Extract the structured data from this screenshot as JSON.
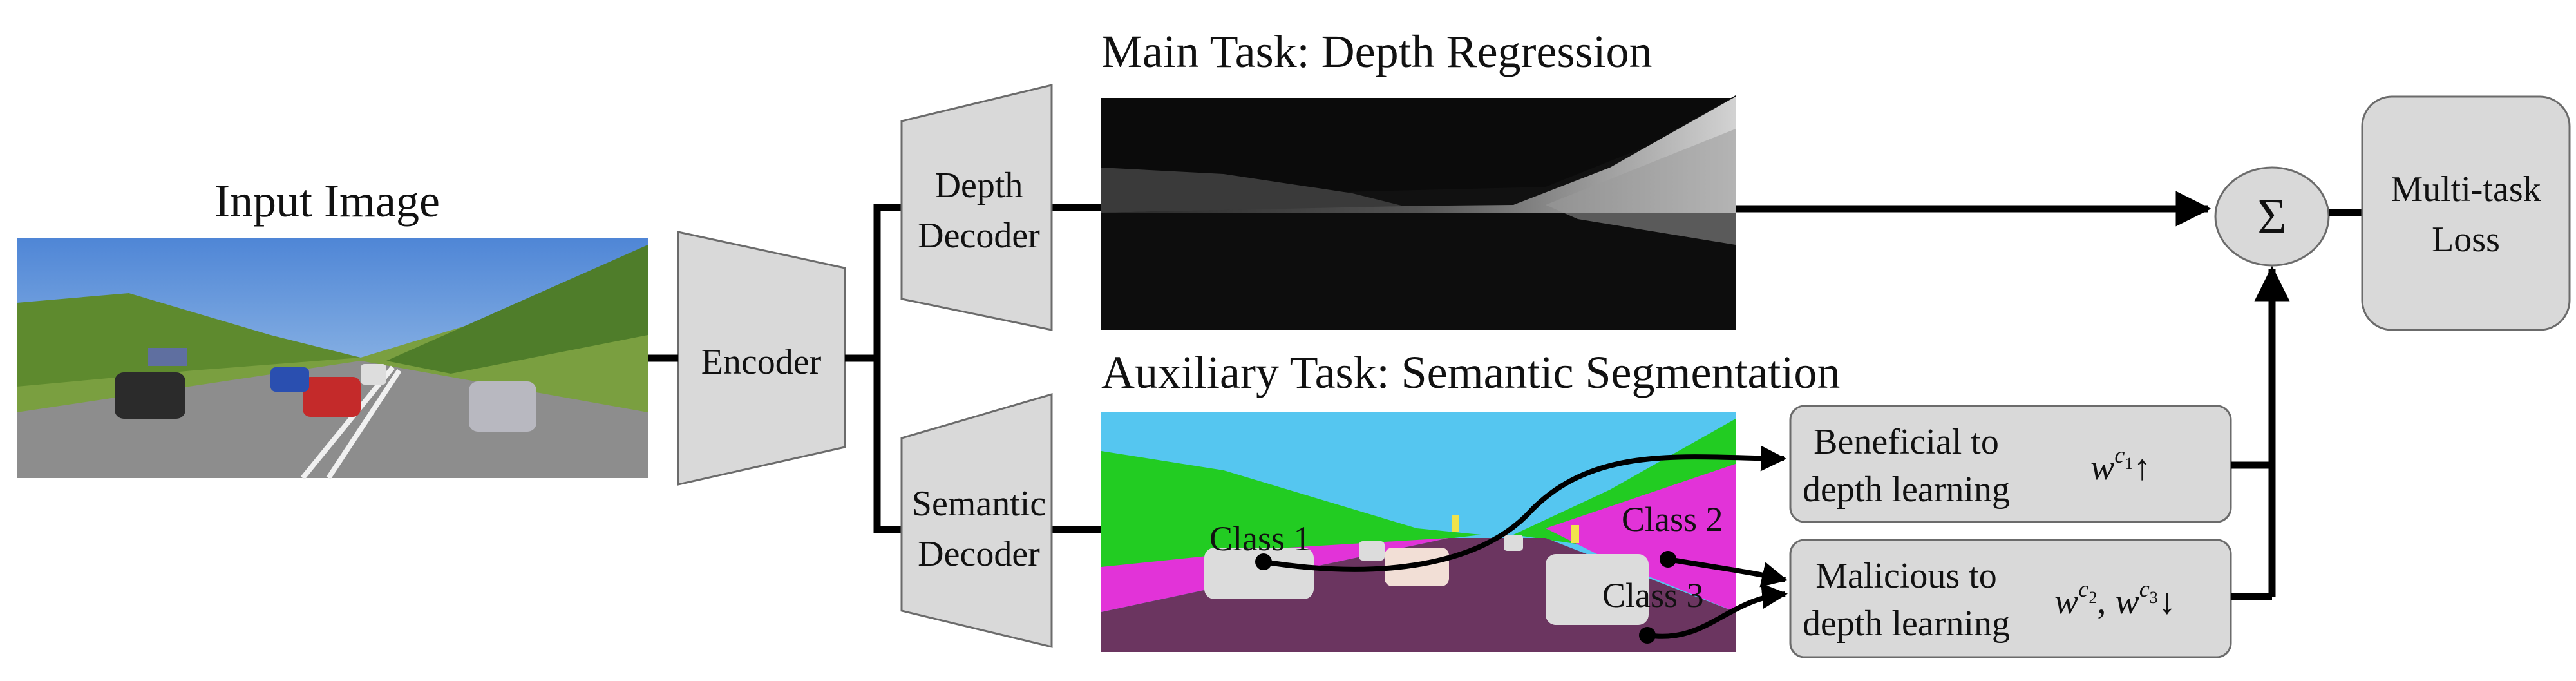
{
  "titles": {
    "input_image": "Input Image",
    "main_task": "Main Task: Depth Regression",
    "aux_task": "Auxiliary Task: Semantic Segmentation"
  },
  "blocks": {
    "encoder": "Encoder",
    "depth_decoder": [
      "Depth",
      "Decoder"
    ],
    "semantic_decoder": [
      "Semantic",
      "Decoder"
    ],
    "sum_symbol": "Σ",
    "loss": [
      "Multi-task",
      "Loss"
    ]
  },
  "class_labels": [
    "Class 1",
    "Class 2",
    "Class 3"
  ],
  "boxes": {
    "beneficial": {
      "text": [
        "Beneficial to",
        "depth learning"
      ],
      "weight": "w^{c_1}↑"
    },
    "malicious": {
      "text": [
        "Malicious to",
        "depth learning"
      ],
      "weight": "w^{c_2}, w^{c_3}↓"
    }
  },
  "colors": {
    "block_fill": "#d9d9d9",
    "block_stroke": "#6b6b6b",
    "line": "#000000",
    "seg_sky": "#55c6f0",
    "seg_vegetation": "#22cc22",
    "seg_magenta": "#e233d8",
    "seg_road": "#6b3560",
    "seg_car": "#dcdcdc",
    "photo_sky": "#6aa9e0",
    "photo_road": "#8d8d8d"
  }
}
